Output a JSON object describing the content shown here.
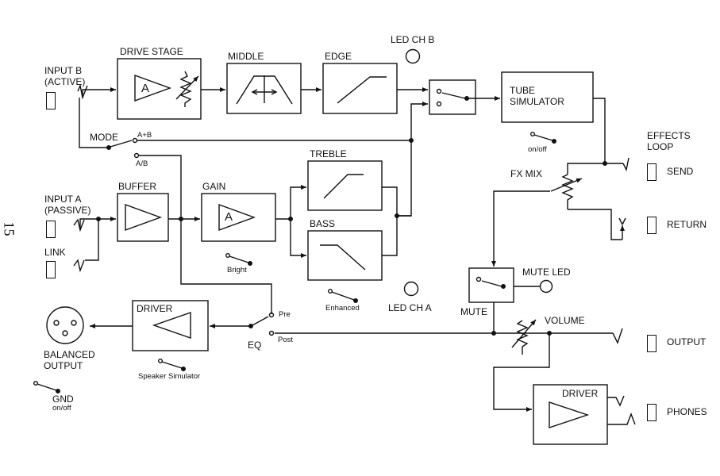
{
  "page_number": "15",
  "blocks": {
    "drive_stage": "DRIVE STAGE",
    "middle": "MIDDLE",
    "edge": "EDGE",
    "led_ch_b": "LED CH B",
    "tube_simulator_1": "TUBE",
    "tube_simulator_2": "SIMULATOR",
    "effects_loop_1": "EFFECTS",
    "effects_loop_2": "LOOP",
    "send": "SEND",
    "return": "RETURN",
    "fx_mix": "FX MIX",
    "input_b_1": "INPUT B",
    "input_b_2": "(ACTIVE)",
    "mode": "MODE",
    "mode_ab_plus": "A+B",
    "mode_ab_slash": "A/B",
    "input_a_1": "INPUT A",
    "input_a_2": "(PASSIVE)",
    "link": "LINK",
    "buffer": "BUFFER",
    "gain": "GAIN",
    "bright": "Bright",
    "treble": "TREBLE",
    "bass": "BASS",
    "enhanced": "Enhanced",
    "led_ch_a": "LED CH A",
    "mute": "MUTE",
    "mute_led": "MUTE LED",
    "volume": "VOLUME",
    "output": "OUTPUT",
    "phones": "PHONES",
    "driver_1": "DRIVER",
    "driver_2": "DRIVER",
    "balanced_output_1": "BALANCED",
    "balanced_output_2": "OUTPUT",
    "gnd": "GND",
    "gnd_onoff": "on/off",
    "tube_onoff": "on/off",
    "speaker_simulator": "Speaker Simulator",
    "eq": "EQ",
    "pre": "Pre",
    "post": "Post",
    "amp_a": "A",
    "gain_a": "A"
  }
}
